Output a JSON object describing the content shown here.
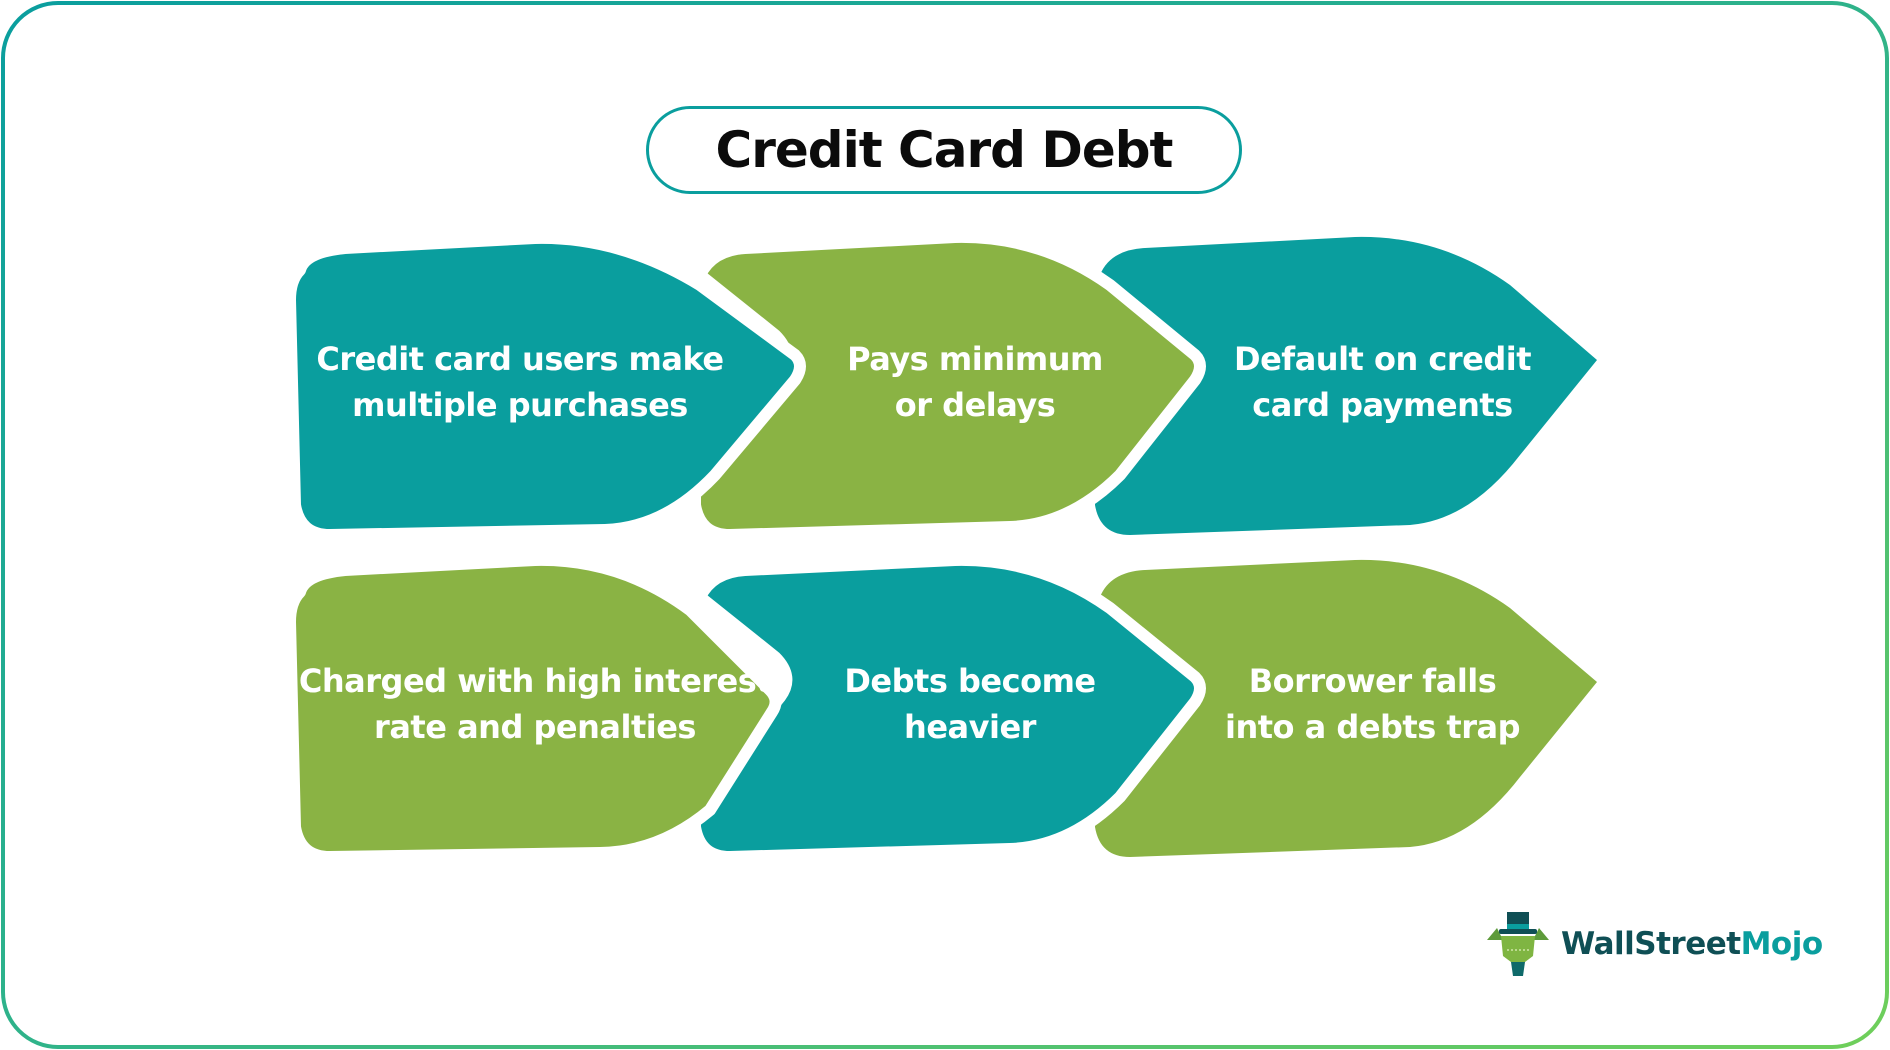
{
  "title": "Credit Card Debt",
  "colors": {
    "teal": "#0a9e9e",
    "green": "#8ab344",
    "frame_start": "#0a9e9e",
    "frame_end": "#6fcf5a",
    "title_text": "#0b0b0b",
    "logo_dark": "#0f4f55",
    "logo_teal": "#0a9e9e"
  },
  "steps": [
    {
      "line1": "Credit card users make",
      "line2": "multiple purchases",
      "color": "teal"
    },
    {
      "line1": "Pays minimum",
      "line2": "or delays",
      "color": "green"
    },
    {
      "line1": "Default on credit",
      "line2": "card payments",
      "color": "teal"
    },
    {
      "line1": "Charged with high interest",
      "line2": "rate and penalties",
      "color": "green"
    },
    {
      "line1": "Debts become",
      "line2": "heavier",
      "color": "teal"
    },
    {
      "line1": "Borrower falls",
      "line2": "into a debts trap",
      "color": "green"
    }
  ],
  "logo": {
    "part1": "WallStreet",
    "part2": "Mojo",
    "icon": "bull-with-top-hat-icon"
  }
}
